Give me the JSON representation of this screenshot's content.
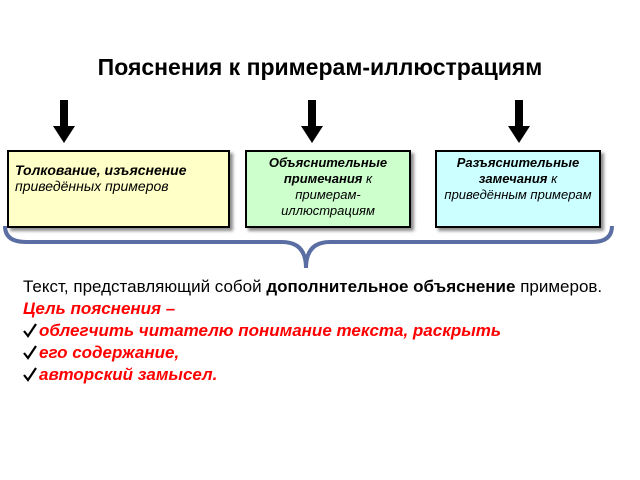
{
  "title": "Пояснения к примерам-иллюстрациям",
  "boxes": [
    {
      "bold": "Толкование, изъяснение",
      "normal": "приведённых примеров",
      "color": "#ffffc8"
    },
    {
      "bold": "Объяснительные примечания",
      "normal": "к примерам-иллюстрациям",
      "color": "#ccffcc"
    },
    {
      "bold": "Разъяснительные замечания",
      "normal": "к приведённым примерам",
      "color": "#ccffff"
    }
  ],
  "text": {
    "prefix": "Текст, представляющий собой ",
    "bold": "дополнительное объяснение",
    "suffix": "  примеров."
  },
  "goal_label": "Цель пояснения –",
  "bullets": [
    "облегчить читателю понимание текста, раскрыть",
    "его содержание,",
    "авторский замысел."
  ],
  "colors": {
    "accent_text": "#ff0000",
    "brace": "#5b6ea3",
    "arrow": "#000000"
  },
  "icons": {
    "arrows": "arrow-down-icon",
    "bullet": "checkmark-icon"
  }
}
